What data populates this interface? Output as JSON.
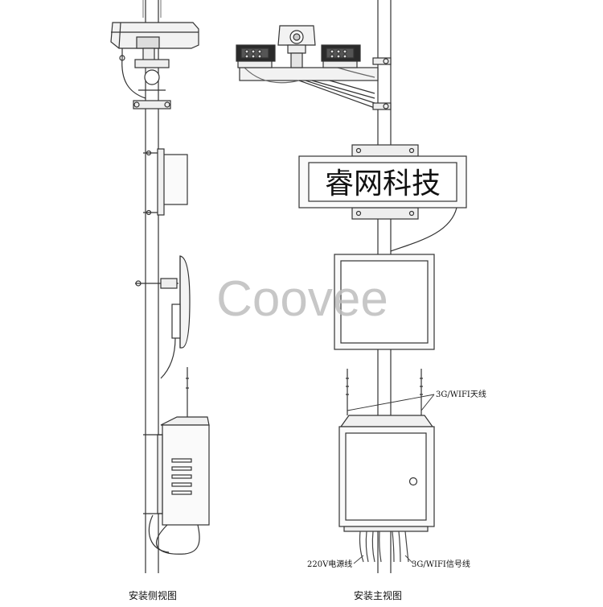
{
  "figure": {
    "sign_text": "睿网科技",
    "watermark": "Coovee",
    "antenna_label": "3G/WIFI天线",
    "power_label": "220V电源线",
    "signal_label": "3G/WIFI信号线",
    "side_caption": "安装侧视图",
    "front_caption": "安装主视图"
  }
}
